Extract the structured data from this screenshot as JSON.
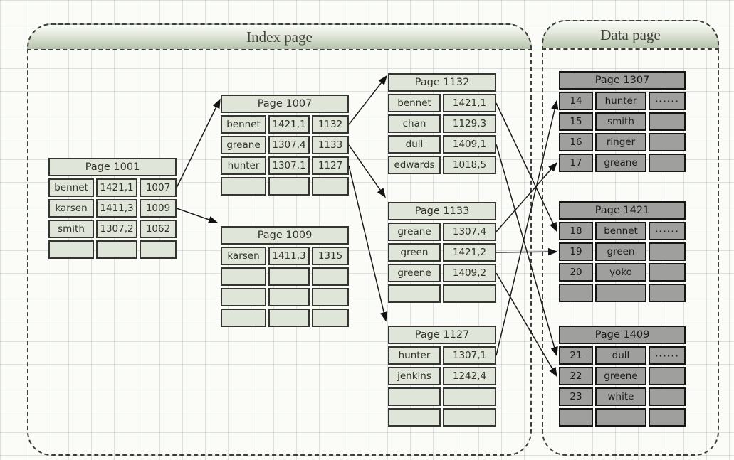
{
  "regions": {
    "index": {
      "label": "Index page"
    },
    "data": {
      "label": "Data page"
    }
  },
  "index_tables": [
    {
      "id": "1001",
      "title": "Page 1001",
      "rows": [
        [
          "bennet",
          "1421,1",
          "1007"
        ],
        [
          "karsen",
          "1411,3",
          "1009"
        ],
        [
          "smith",
          "1307,2",
          "1062"
        ],
        [
          "",
          "",
          ""
        ]
      ]
    },
    {
      "id": "1007",
      "title": "Page 1007",
      "rows": [
        [
          "bennet",
          "1421,1",
          "1132"
        ],
        [
          "greane",
          "1307,4",
          "1133"
        ],
        [
          "hunter",
          "1307,1",
          "1127"
        ],
        [
          "",
          "",
          ""
        ]
      ]
    },
    {
      "id": "1009",
      "title": "Page 1009",
      "rows": [
        [
          "karsen",
          "1411,3",
          "1315"
        ],
        [
          "",
          "",
          ""
        ],
        [
          "",
          "",
          ""
        ],
        [
          "",
          "",
          ""
        ]
      ]
    },
    {
      "id": "1132",
      "title": "Page 1132",
      "rows": [
        [
          "bennet",
          "1421,1"
        ],
        [
          "chan",
          "1129,3"
        ],
        [
          "dull",
          "1409,1"
        ],
        [
          "edwards",
          "1018,5"
        ]
      ]
    },
    {
      "id": "1133",
      "title": "Page 1133",
      "rows": [
        [
          "greane",
          "1307,4"
        ],
        [
          "green",
          "1421,2"
        ],
        [
          "greene",
          "1409,2"
        ],
        [
          "",
          ""
        ]
      ]
    },
    {
      "id": "1127",
      "title": "Page 1127",
      "rows": [
        [
          "hunter",
          "1307,1"
        ],
        [
          "jenkins",
          "1242,4"
        ],
        [
          "",
          ""
        ],
        [
          "",
          ""
        ]
      ]
    }
  ],
  "data_tables": [
    {
      "id": "1307",
      "title": "Page 1307",
      "rows": [
        [
          "14",
          "hunter",
          "······"
        ],
        [
          "15",
          "smith",
          ""
        ],
        [
          "16",
          "ringer",
          ""
        ],
        [
          "17",
          "greane",
          ""
        ]
      ]
    },
    {
      "id": "1421",
      "title": "Page 1421",
      "rows": [
        [
          "18",
          "bennet",
          "······"
        ],
        [
          "19",
          "green",
          ""
        ],
        [
          "20",
          "yoko",
          ""
        ],
        [
          "",
          "",
          ""
        ]
      ]
    },
    {
      "id": "1409",
      "title": "Page 1409",
      "rows": [
        [
          "21",
          "dull",
          "······"
        ],
        [
          "22",
          "greene",
          ""
        ],
        [
          "23",
          "white",
          ""
        ],
        [
          "",
          "",
          ""
        ]
      ]
    }
  ],
  "connections": [
    {
      "from": "1001.bennet",
      "to": "1007"
    },
    {
      "from": "1001.karsen",
      "to": "1009"
    },
    {
      "from": "1007.bennet",
      "to": "1132"
    },
    {
      "from": "1007.greane",
      "to": "1133"
    },
    {
      "from": "1007.hunter",
      "to": "1127"
    },
    {
      "from": "1132.bennet",
      "to": "1421.18"
    },
    {
      "from": "1132.dull",
      "to": "1409.21"
    },
    {
      "from": "1133.greane",
      "to": "1307.17"
    },
    {
      "from": "1133.green",
      "to": "1421.19"
    },
    {
      "from": "1133.greene",
      "to": "1409.22"
    },
    {
      "from": "1127.hunter",
      "to": "1307.14"
    }
  ]
}
